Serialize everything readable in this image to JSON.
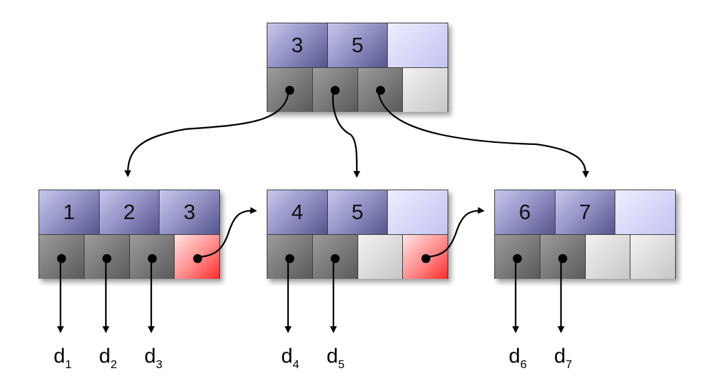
{
  "root": {
    "keys": [
      "3",
      "5",
      ""
    ]
  },
  "leaves": [
    {
      "keys": [
        "1",
        "2",
        "3"
      ]
    },
    {
      "keys": [
        "4",
        "5",
        ""
      ]
    },
    {
      "keys": [
        "6",
        "7",
        ""
      ]
    }
  ],
  "data_labels": [
    {
      "letter": "d",
      "sub": "1"
    },
    {
      "letter": "d",
      "sub": "2"
    },
    {
      "letter": "d",
      "sub": "3"
    },
    {
      "letter": "d",
      "sub": "4"
    },
    {
      "letter": "d",
      "sub": "5"
    },
    {
      "letter": "d",
      "sub": "6"
    },
    {
      "letter": "d",
      "sub": "7"
    }
  ]
}
